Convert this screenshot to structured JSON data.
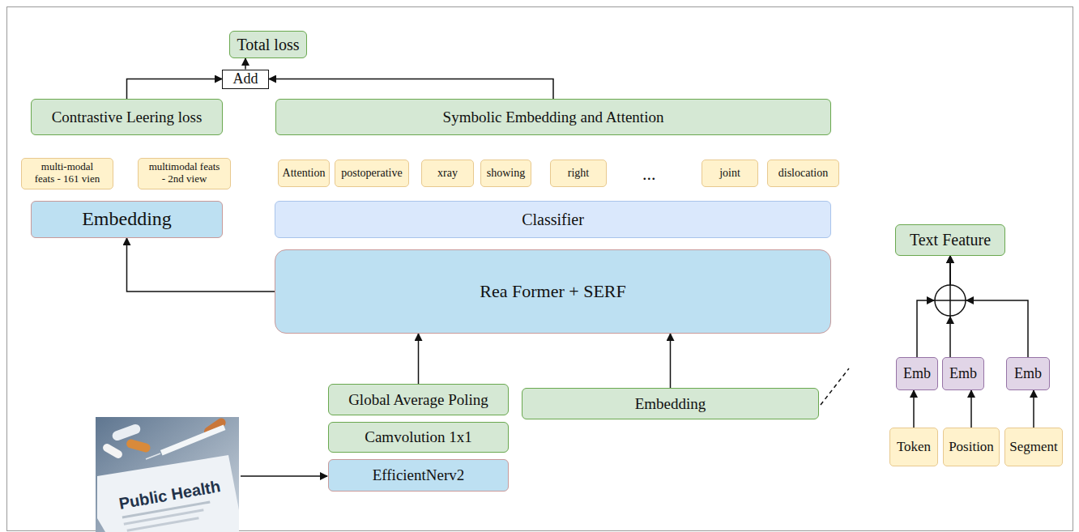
{
  "diagram": {
    "nodes": [
      {
        "text": [
          "Total loss"
        ]
      },
      {
        "text": [
          "Add"
        ]
      },
      {
        "text": [
          "Contrastive Leering loss"
        ]
      },
      {
        "text": [
          "Symbolic Embedding and Attention"
        ]
      },
      {
        "text": [
          "multi-modal feats - 161 vien"
        ]
      },
      {
        "text": [
          "multimodal feats - 2nd view"
        ]
      },
      {
        "text": [
          "Attention"
        ]
      },
      {
        "text": [
          "postoperative"
        ]
      },
      {
        "text": [
          "xray"
        ]
      },
      {
        "text": [
          "showing"
        ]
      },
      {
        "text": [
          "right"
        ]
      },
      {
        "text": [
          "joint"
        ]
      },
      {
        "text": [
          "dislocation"
        ]
      },
      {
        "text": [
          "Embedding"
        ]
      },
      {
        "text": [
          "Classifier"
        ]
      },
      {
        "text": [
          "Rea Former + SERF"
        ]
      },
      {
        "text": [
          "Text Feature"
        ]
      },
      {
        "text": [
          "Emb"
        ]
      },
      {
        "text": [
          "Emb"
        ]
      },
      {
        "text": [
          "Emb"
        ]
      },
      {
        "text": [
          "Global Average Poling"
        ]
      },
      {
        "text": [
          "Embedding"
        ]
      },
      {
        "text": [
          "Token"
        ]
      },
      {
        "text": [
          "Position"
        ]
      },
      {
        "text": [
          "Segment"
        ]
      },
      {
        "text": [
          "Camvolution 1x1"
        ]
      },
      {
        "text": [
          "EfficientNerv2"
        ]
      }
    ],
    "edges": [
      {
        "from": 1,
        "to": 0,
        "arrow": "to"
      },
      {
        "from": 2,
        "to": 1,
        "arrow": "to"
      },
      {
        "from": 3,
        "to": 1,
        "arrow": "to"
      },
      {
        "from": 15,
        "to": 13,
        "arrow": "to"
      },
      {
        "from": 20,
        "to": 15,
        "arrow": "to"
      },
      {
        "from": 21,
        "to": 15,
        "arrow": "to"
      },
      {
        "from": 17,
        "to": 16,
        "arrow": "to"
      },
      {
        "from": 18,
        "to": 16,
        "arrow": "to"
      },
      {
        "from": 19,
        "to": 16,
        "arrow": "to"
      },
      {
        "from": 22,
        "to": 17,
        "arrow": "to"
      },
      {
        "from": 23,
        "to": 18,
        "arrow": "to"
      },
      {
        "from": 24,
        "to": 19,
        "arrow": "to"
      }
    ],
    "labels": [
      "...",
      "Public Health"
    ]
  }
}
